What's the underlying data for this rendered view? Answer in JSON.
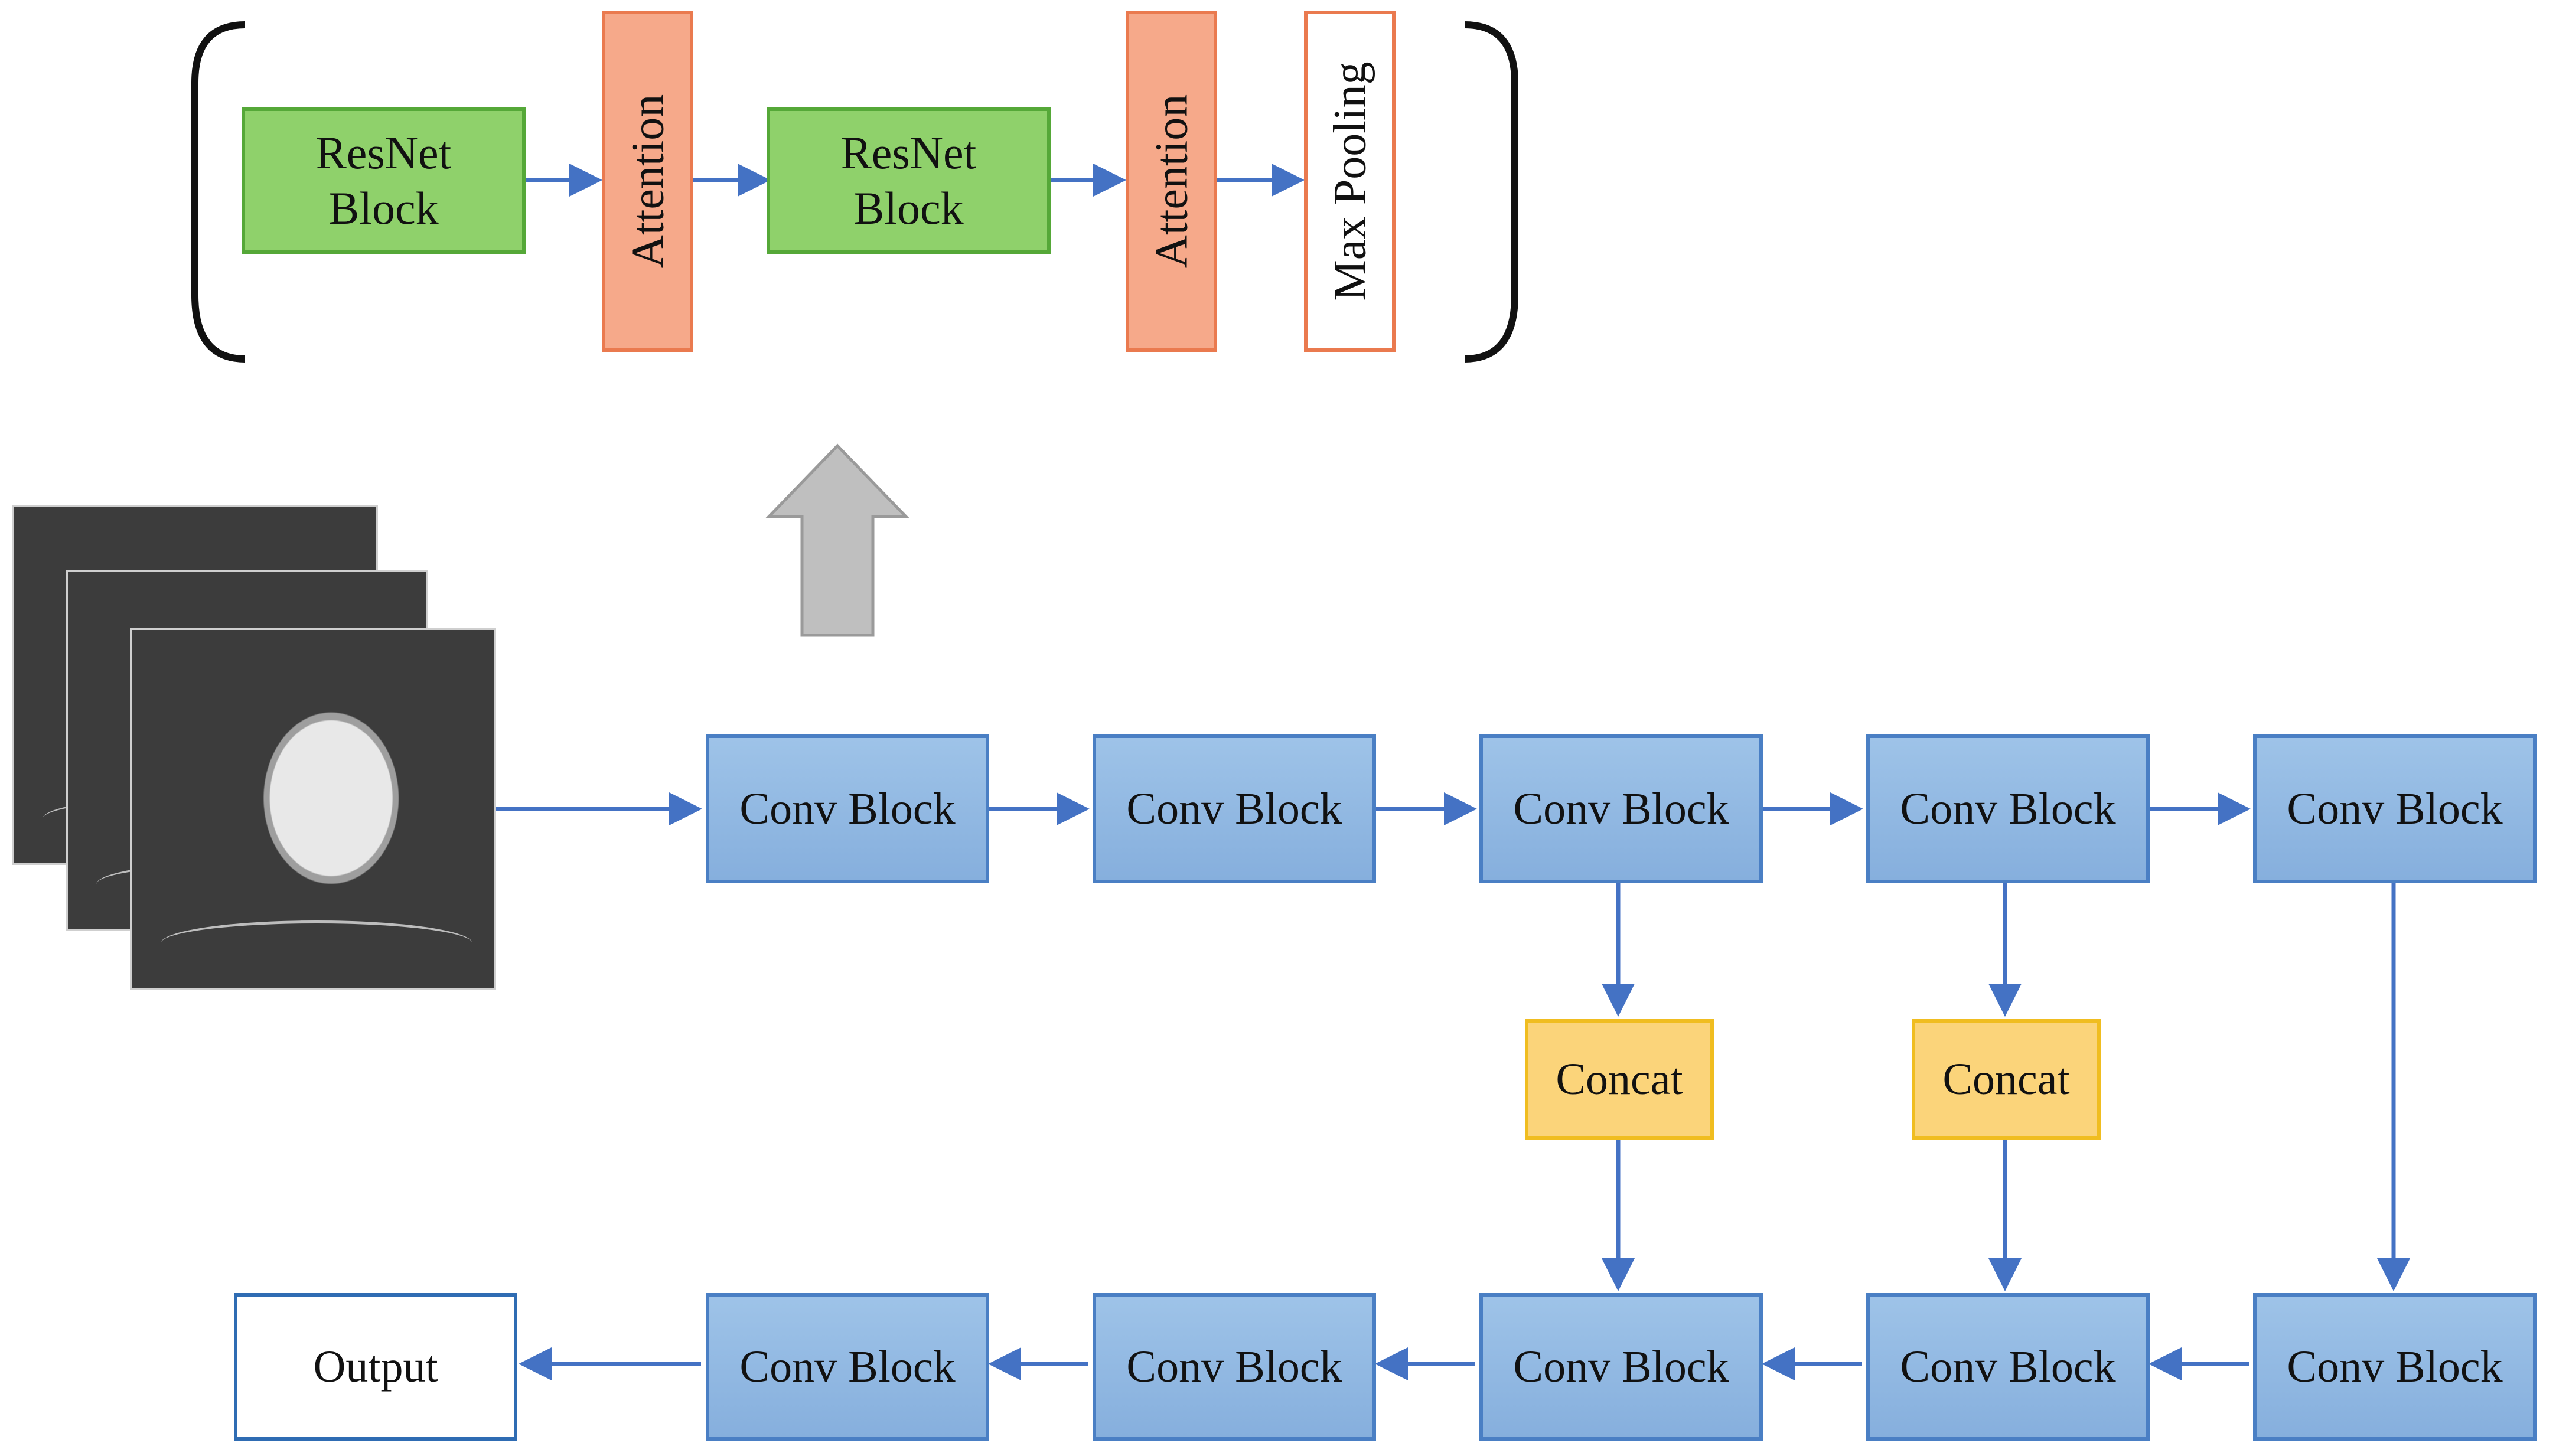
{
  "colors": {
    "conv_fill": "#8fb8e3",
    "conv_border": "#4a7fc4",
    "concat_fill": "#fbd47a",
    "concat_border": "#f0bd20",
    "resnet_fill": "#8fd16b",
    "resnet_border": "#55a838",
    "attention_fill": "#f6a98a",
    "attention_border": "#ea7a4f",
    "arrow": "#4472c4",
    "up_arrow": "#bfbfbf"
  },
  "detail": {
    "resnet_block_1": "ResNet\nBlock",
    "attention_1": "Attention",
    "resnet_block_2": "ResNet\nBlock",
    "attention_2": "Attention",
    "max_pooling": "Max Pooling"
  },
  "input": {
    "icon": "ct-scan-stack-image"
  },
  "encoder": [
    "Conv Block",
    "Conv Block",
    "Conv Block",
    "Conv Block",
    "Conv Block"
  ],
  "concat": [
    "Concat",
    "Concat"
  ],
  "decoder": [
    "Conv Block",
    "Conv Block",
    "Conv Block",
    "Conv Block",
    "Conv Block"
  ],
  "output": "Output"
}
